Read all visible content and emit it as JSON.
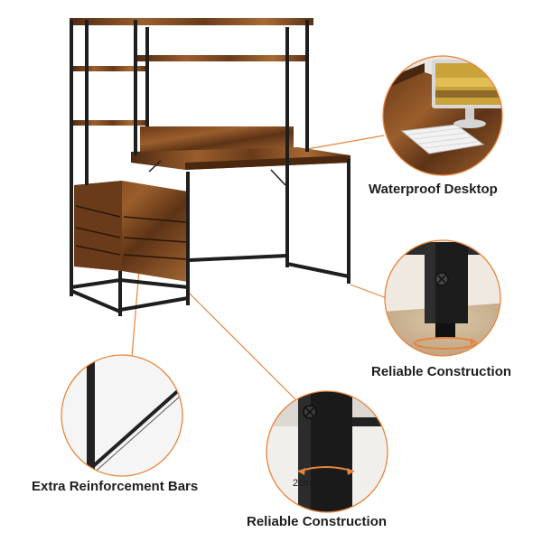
{
  "callouts": {
    "desktop": {
      "label": "Waterproof Desktop",
      "icon": "desk-keyboard-closeup"
    },
    "construction_top": {
      "label": "Reliable Construction",
      "icon": "leg-foot-closeup"
    },
    "reinforcement": {
      "label": "Extra Reinforcement Bars",
      "icon": "reinforcement-bar-closeup"
    },
    "construction_bottom": {
      "label": "Reliable Construction",
      "icon": "tube-dimension-closeup",
      "dimension": "2cm x 2cm"
    }
  },
  "colors": {
    "accent": "#e8843c",
    "frame": "#1e1e1e",
    "wood_dark": "#5a3216",
    "wood_mid": "#8a5228",
    "wood_light": "#b2743c",
    "caption_text": "#1f1f1f"
  }
}
